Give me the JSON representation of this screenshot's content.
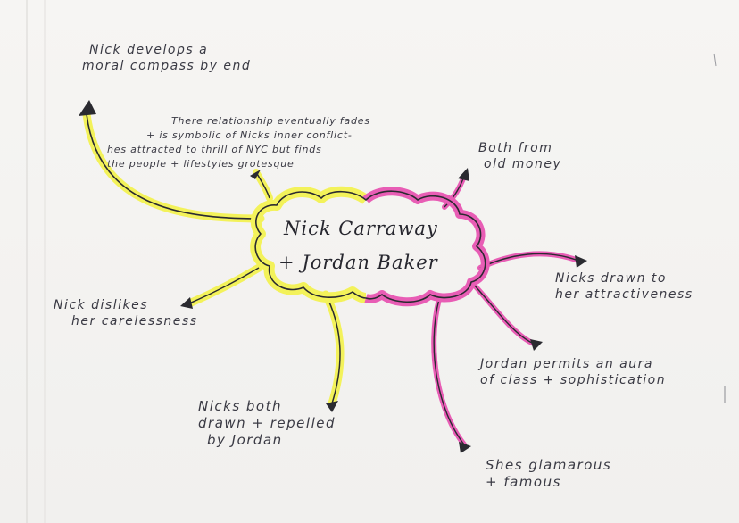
{
  "center": {
    "line1": "Nick Carraway",
    "line2": "+ Jordan Baker"
  },
  "branches": {
    "moral": {
      "line1": "Nick develops a",
      "line2": "moral compass by end"
    },
    "relationship": {
      "line1": "There relationship eventually fades",
      "line2": "+ is symbolic of Nicks inner conflict-",
      "line3": "hes attracted to thrill of NYC but finds",
      "line4": "the people + lifestyles grotesque"
    },
    "old_money": {
      "line1": "Both from",
      "line2": "old money"
    },
    "attractiveness": {
      "line1": "Nicks drawn to",
      "line2": "her attractiveness"
    },
    "carelessness": {
      "line1": "Nick dislikes",
      "line2": "her carelessness"
    },
    "drawn_repelled": {
      "line1": "Nicks both",
      "line2": "drawn + repelled",
      "line3": "by Jordan"
    },
    "aura": {
      "line1": "Jordan permits an aura",
      "line2": "of class + sophistication"
    },
    "glamorous": {
      "line1": "Shes glamarous",
      "line2": "+ famous"
    }
  },
  "colors": {
    "yellow_highlight": "#f3f25a",
    "pink_highlight": "#e85db5",
    "ink": "#2a2a30"
  }
}
